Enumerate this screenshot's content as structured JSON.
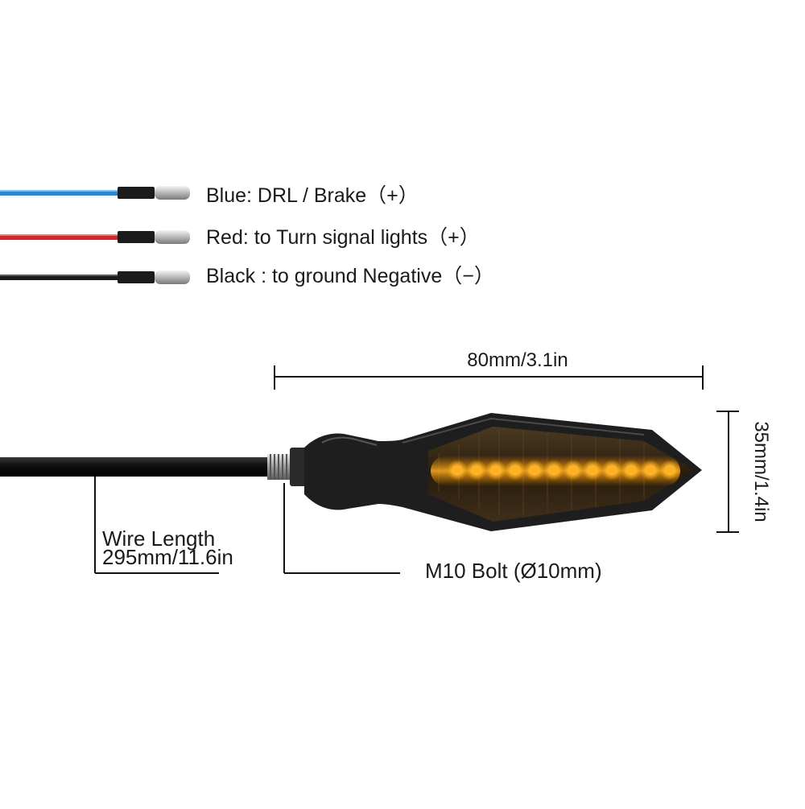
{
  "wires": [
    {
      "label": "Blue: DRL / Brake（+）",
      "color": "#2f86cf",
      "highlight": "#7cc0f0"
    },
    {
      "label": "Red: to Turn signal lights（+）",
      "color": "#d8232a",
      "highlight": "#f27a7e"
    },
    {
      "label": "Black : to ground Negative（−）",
      "color": "#1b1b1b",
      "highlight": "#5a5a5a"
    }
  ],
  "dimensions": {
    "length": "80mm/3.1in",
    "height": "35mm/1.4in",
    "wire_length_label": "Wire Length",
    "wire_length_value": "295mm/11.6in",
    "bolt": "M10 Bolt (Ø10mm)"
  },
  "colors": {
    "led": "#ffb020",
    "led_glow": "#ff9a00",
    "housing": "#1e1e1e",
    "lens": "#3a2a14"
  },
  "led_count": 12
}
